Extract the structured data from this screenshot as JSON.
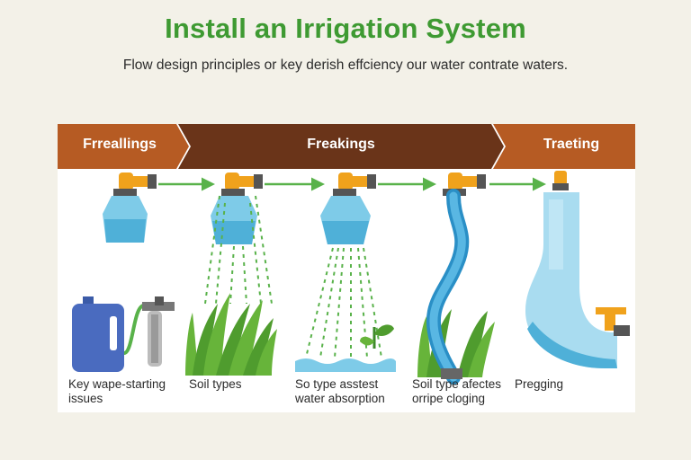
{
  "header": {
    "title": "Install an Irrigation System",
    "subtitle": "Flow design principles or key derish effciency our water contrate waters."
  },
  "banner": {
    "stage_1": "Frreallings",
    "stage_2": "Freakings",
    "stage_3": "Traeting"
  },
  "captions": {
    "c1_line1": "Key wape-starting",
    "c1_line2": "issues",
    "c2_line1": "Soil types",
    "c3_line1": "So type asstest",
    "c3_line2": "water absorption",
    "c4_line1": "Soil type afectes",
    "c4_line2": "orripe cloging",
    "c5_line1": "Pregging"
  },
  "colors": {
    "title_green": "#3e9a32",
    "banner_orange": "#b65b23",
    "banner_brown": "#6a3419",
    "pipe_orange": "#f0a21c",
    "water_blue": "#7ecbe8",
    "grass_green": "#67b43a",
    "arrow_green": "#59b24a"
  }
}
